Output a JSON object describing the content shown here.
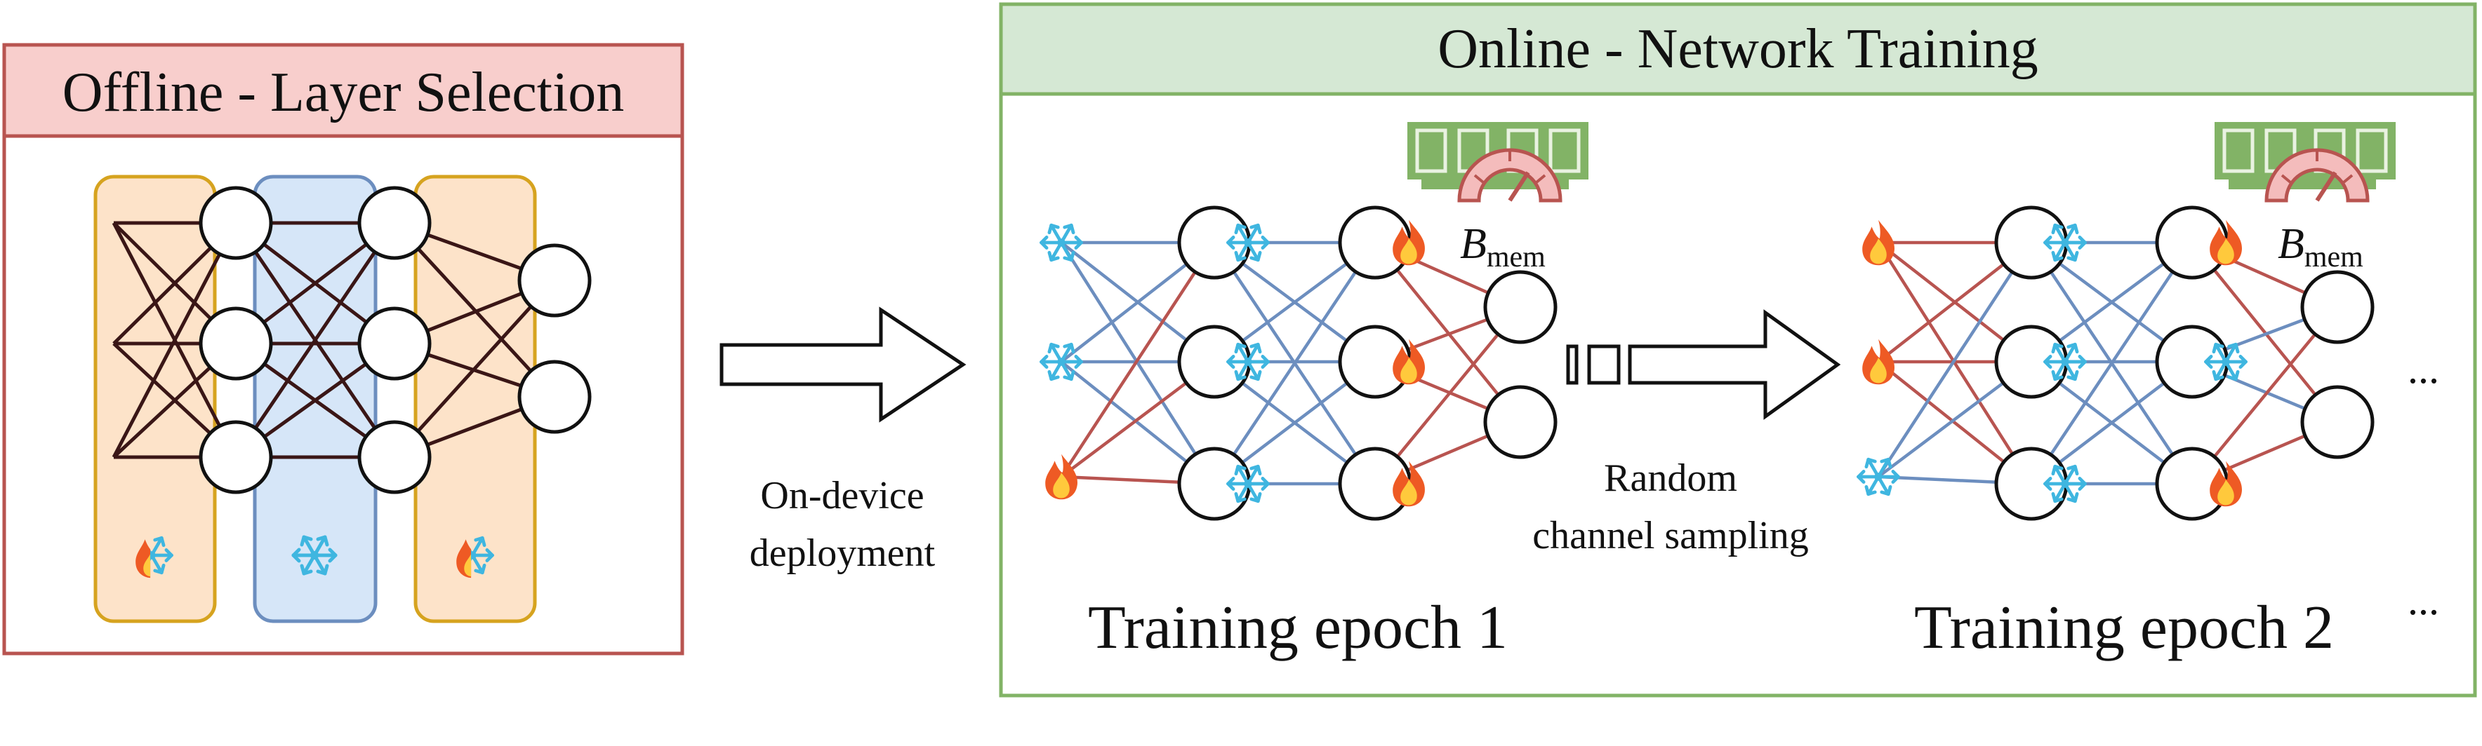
{
  "offline": {
    "title": "Offline - Layer Selection"
  },
  "online": {
    "title": "Online - Network Training",
    "epochs": [
      {
        "label": "Training epoch 1",
        "budget_symbol": "B",
        "budget_sub": "mem"
      },
      {
        "label": "Training epoch 2",
        "budget_symbol": "B",
        "budget_sub": "mem"
      }
    ],
    "continuation": "..."
  },
  "arrows": {
    "deploy_line1": "On-device",
    "deploy_line2": "deployment",
    "sampling_line1": "Random",
    "sampling_line2": "channel sampling"
  },
  "colors": {
    "offline_border": "#b85450",
    "offline_header": "#f8cecc",
    "online_border": "#82b366",
    "online_header": "#d5e8d4",
    "layer_orange_fill": "#fde3c9",
    "layer_orange_border": "#d6a31f",
    "layer_blue_fill": "#d6e6f8",
    "layer_blue_border": "#6c8ebf",
    "edge_dark": "#3a1616",
    "edge_blue": "#6c8ebf",
    "edge_red": "#b85450",
    "memory_green": "#82b366",
    "gauge_pink": "#f4bcbc"
  },
  "icons": {
    "frozen": "snowflake-icon",
    "trainable": "flame-icon",
    "mixed": "half-flame-half-snowflake-icon",
    "memory": "memory-chip-icon",
    "gauge": "gauge-icon"
  }
}
